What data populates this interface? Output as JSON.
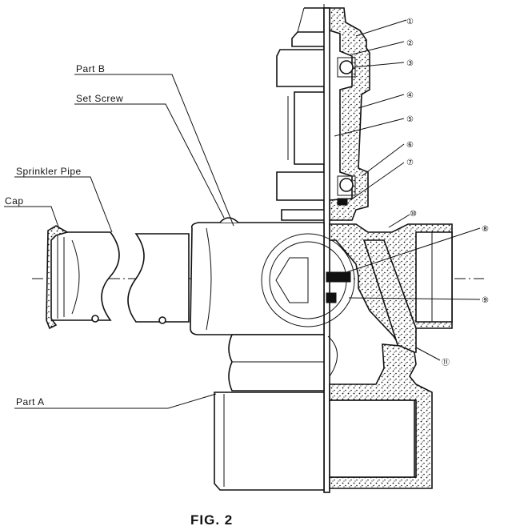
{
  "labels": {
    "part_b": "Part B",
    "set_screw": "Set Screw",
    "sprinkler_pipe": "Sprinkler Pipe",
    "cap": "Cap",
    "part_a": "Part A"
  },
  "callouts": [
    "①",
    "②",
    "③",
    "④",
    "⑤",
    "⑥",
    "⑦",
    "⑩",
    "⑧",
    "⑨",
    "⑪"
  ],
  "caption": "FIG. 2"
}
